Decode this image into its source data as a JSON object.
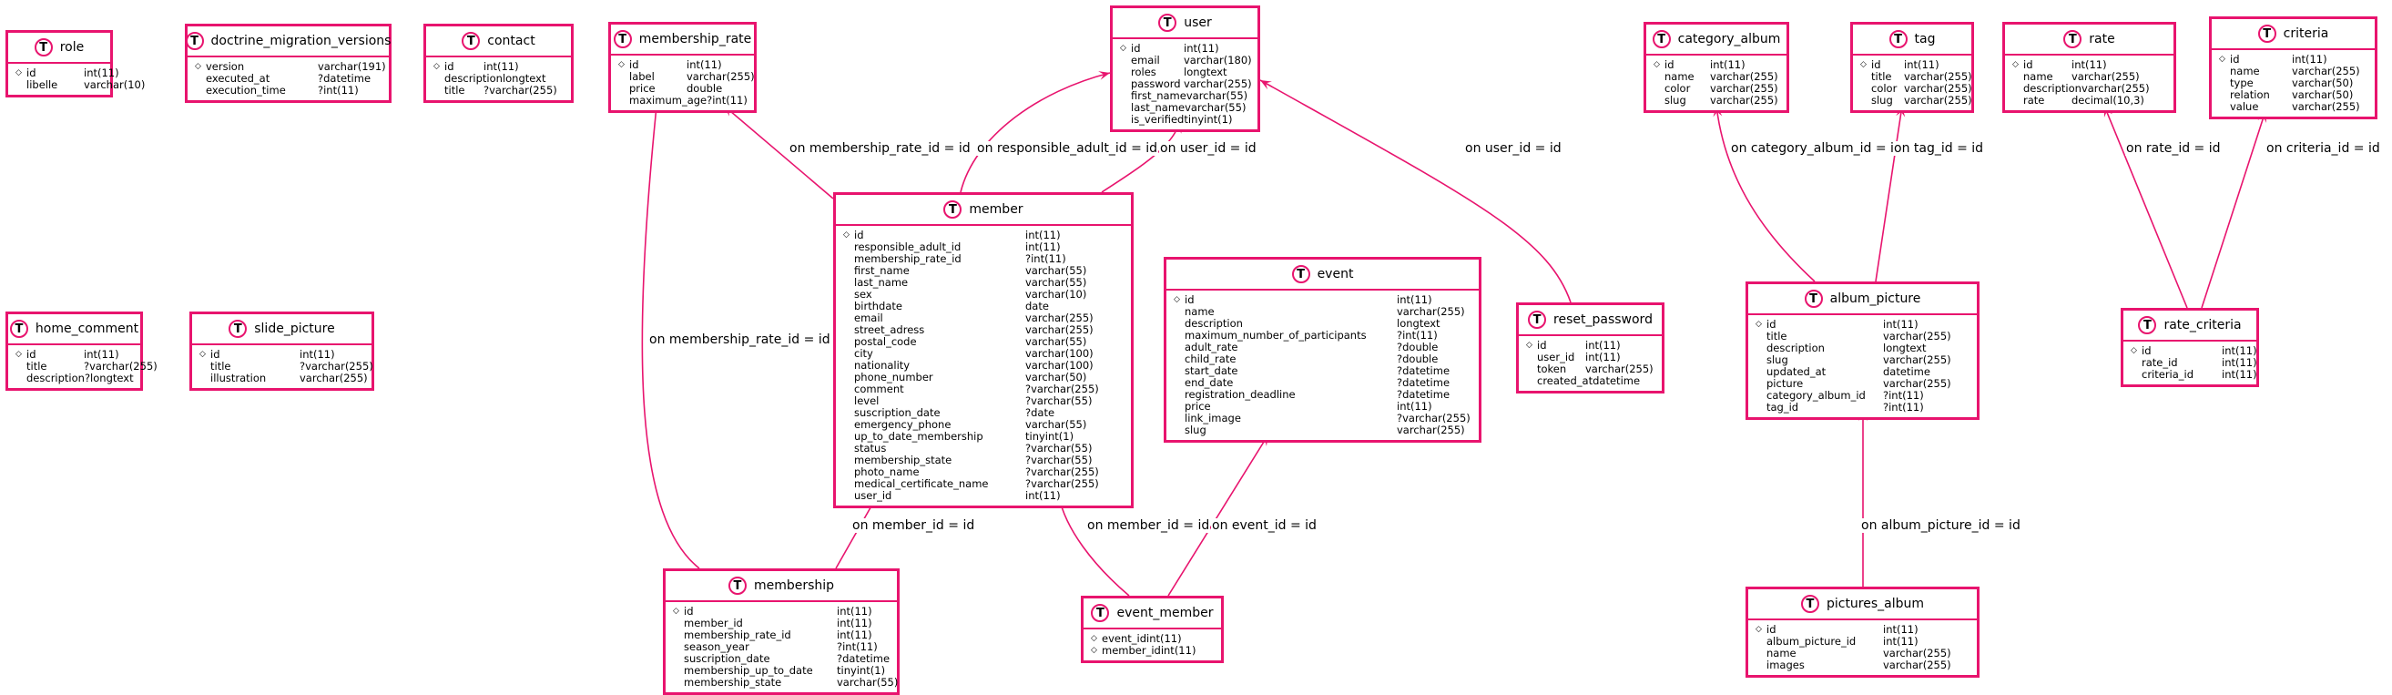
{
  "accent_color": "#e8146e",
  "entity_badge": "T",
  "key_marker": "◇",
  "entities": [
    {
      "id": "role",
      "name": "role",
      "fields": [
        {
          "name": "id",
          "type": "int(11)",
          "key": true
        },
        {
          "name": "libelle",
          "type": "varchar(10)"
        }
      ]
    },
    {
      "id": "doctrine_migration_versions",
      "name": "doctrine_migration_versions",
      "fields": [
        {
          "name": "version",
          "type": "varchar(191)",
          "key": true
        },
        {
          "name": "executed_at",
          "type": "?datetime"
        },
        {
          "name": "execution_time",
          "type": "?int(11)"
        }
      ]
    },
    {
      "id": "contact",
      "name": "contact",
      "fields": [
        {
          "name": "id",
          "type": "int(11)",
          "key": true
        },
        {
          "name": "description",
          "type": "longtext"
        },
        {
          "name": "title",
          "type": "?varchar(255)"
        }
      ]
    },
    {
      "id": "membership_rate",
      "name": "membership_rate",
      "fields": [
        {
          "name": "id",
          "type": "int(11)",
          "key": true
        },
        {
          "name": "label",
          "type": "varchar(255)"
        },
        {
          "name": "price",
          "type": "double"
        },
        {
          "name": "maximum_age",
          "type": "?int(11)"
        }
      ]
    },
    {
      "id": "user",
      "name": "user",
      "fields": [
        {
          "name": "id",
          "type": "int(11)",
          "key": true
        },
        {
          "name": "email",
          "type": "varchar(180)"
        },
        {
          "name": "roles",
          "type": "longtext"
        },
        {
          "name": "password",
          "type": "varchar(255)"
        },
        {
          "name": "first_name",
          "type": "varchar(55)"
        },
        {
          "name": "last_name",
          "type": "varchar(55)"
        },
        {
          "name": "is_verified",
          "type": "tinyint(1)"
        }
      ]
    },
    {
      "id": "category_album",
      "name": "category_album",
      "fields": [
        {
          "name": "id",
          "type": "int(11)",
          "key": true
        },
        {
          "name": "name",
          "type": "varchar(255)"
        },
        {
          "name": "color",
          "type": "varchar(255)"
        },
        {
          "name": "slug",
          "type": "varchar(255)"
        }
      ]
    },
    {
      "id": "tag",
      "name": "tag",
      "fields": [
        {
          "name": "id",
          "type": "int(11)",
          "key": true
        },
        {
          "name": "title",
          "type": "varchar(255)"
        },
        {
          "name": "color",
          "type": "varchar(255)"
        },
        {
          "name": "slug",
          "type": "varchar(255)"
        }
      ]
    },
    {
      "id": "rate",
      "name": "rate",
      "fields": [
        {
          "name": "id",
          "type": "int(11)",
          "key": true
        },
        {
          "name": "name",
          "type": "varchar(255)"
        },
        {
          "name": "description",
          "type": "varchar(255)"
        },
        {
          "name": "rate",
          "type": "decimal(10,3)"
        }
      ]
    },
    {
      "id": "criteria",
      "name": "criteria",
      "fields": [
        {
          "name": "id",
          "type": "int(11)",
          "key": true
        },
        {
          "name": "name",
          "type": "varchar(255)"
        },
        {
          "name": "type",
          "type": "varchar(50)"
        },
        {
          "name": "relation",
          "type": "varchar(50)"
        },
        {
          "name": "value",
          "type": "varchar(255)"
        }
      ]
    },
    {
      "id": "home_comment",
      "name": "home_comment",
      "fields": [
        {
          "name": "id",
          "type": "int(11)",
          "key": true
        },
        {
          "name": "title",
          "type": "?varchar(255)"
        },
        {
          "name": "description",
          "type": "?longtext"
        }
      ]
    },
    {
      "id": "slide_picture",
      "name": "slide_picture",
      "fields": [
        {
          "name": "id",
          "type": "int(11)",
          "key": true
        },
        {
          "name": "title",
          "type": "?varchar(255)"
        },
        {
          "name": "illustration",
          "type": "varchar(255)"
        }
      ]
    },
    {
      "id": "member",
      "name": "member",
      "fields": [
        {
          "name": "id",
          "type": "int(11)",
          "key": true
        },
        {
          "name": "responsible_adult_id",
          "type": "int(11)"
        },
        {
          "name": "membership_rate_id",
          "type": "?int(11)"
        },
        {
          "name": "first_name",
          "type": "varchar(55)"
        },
        {
          "name": "last_name",
          "type": "varchar(55)"
        },
        {
          "name": "sex",
          "type": "varchar(10)"
        },
        {
          "name": "birthdate",
          "type": "date"
        },
        {
          "name": "email",
          "type": "varchar(255)"
        },
        {
          "name": "street_adress",
          "type": "varchar(255)"
        },
        {
          "name": "postal_code",
          "type": "varchar(55)"
        },
        {
          "name": "city",
          "type": "varchar(100)"
        },
        {
          "name": "nationality",
          "type": "varchar(100)"
        },
        {
          "name": "phone_number",
          "type": "varchar(50)"
        },
        {
          "name": "comment",
          "type": "?varchar(255)"
        },
        {
          "name": "level",
          "type": "?varchar(55)"
        },
        {
          "name": "suscription_date",
          "type": "?date"
        },
        {
          "name": "emergency_phone",
          "type": "varchar(55)"
        },
        {
          "name": "up_to_date_membership",
          "type": "tinyint(1)"
        },
        {
          "name": "status",
          "type": "?varchar(55)"
        },
        {
          "name": "membership_state",
          "type": "?varchar(55)"
        },
        {
          "name": "photo_name",
          "type": "?varchar(255)"
        },
        {
          "name": "medical_certificate_name",
          "type": "?varchar(255)"
        },
        {
          "name": "user_id",
          "type": "int(11)"
        }
      ]
    },
    {
      "id": "event",
      "name": "event",
      "fields": [
        {
          "name": "id",
          "type": "int(11)",
          "key": true
        },
        {
          "name": "name",
          "type": "varchar(255)"
        },
        {
          "name": "description",
          "type": "longtext"
        },
        {
          "name": "maximum_number_of_participants",
          "type": "?int(11)"
        },
        {
          "name": "adult_rate",
          "type": "?double"
        },
        {
          "name": "child_rate",
          "type": "?double"
        },
        {
          "name": "start_date",
          "type": "?datetime"
        },
        {
          "name": "end_date",
          "type": "?datetime"
        },
        {
          "name": "registration_deadline",
          "type": "?datetime"
        },
        {
          "name": "price",
          "type": "int(11)"
        },
        {
          "name": "link_image",
          "type": "?varchar(255)"
        },
        {
          "name": "slug",
          "type": "varchar(255)"
        }
      ]
    },
    {
      "id": "reset_password",
      "name": "reset_password",
      "fields": [
        {
          "name": "id",
          "type": "int(11)",
          "key": true
        },
        {
          "name": "user_id",
          "type": "int(11)"
        },
        {
          "name": "token",
          "type": "varchar(255)"
        },
        {
          "name": "created_at",
          "type": "datetime"
        }
      ]
    },
    {
      "id": "album_picture",
      "name": "album_picture",
      "fields": [
        {
          "name": "id",
          "type": "int(11)",
          "key": true
        },
        {
          "name": "title",
          "type": "varchar(255)"
        },
        {
          "name": "description",
          "type": "longtext"
        },
        {
          "name": "slug",
          "type": "varchar(255)"
        },
        {
          "name": "updated_at",
          "type": "datetime"
        },
        {
          "name": "picture",
          "type": "varchar(255)"
        },
        {
          "name": "category_album_id",
          "type": "?int(11)"
        },
        {
          "name": "tag_id",
          "type": "?int(11)"
        }
      ]
    },
    {
      "id": "rate_criteria",
      "name": "rate_criteria",
      "fields": [
        {
          "name": "id",
          "type": "int(11)",
          "key": true
        },
        {
          "name": "rate_id",
          "type": "int(11)"
        },
        {
          "name": "criteria_id",
          "type": "int(11)"
        }
      ]
    },
    {
      "id": "membership",
      "name": "membership",
      "fields": [
        {
          "name": "id",
          "type": "int(11)",
          "key": true
        },
        {
          "name": "member_id",
          "type": "int(11)"
        },
        {
          "name": "membership_rate_id",
          "type": "int(11)"
        },
        {
          "name": "season_year",
          "type": "?int(11)"
        },
        {
          "name": "suscription_date",
          "type": "?datetime"
        },
        {
          "name": "membership_up_to_date",
          "type": "tinyint(1)"
        },
        {
          "name": "membership_state",
          "type": "varchar(55)"
        }
      ]
    },
    {
      "id": "event_member",
      "name": "event_member",
      "fields": [
        {
          "name": "event_id",
          "type": "int(11)",
          "key": true
        },
        {
          "name": "member_id",
          "type": "int(11)",
          "key": true
        }
      ]
    },
    {
      "id": "pictures_album",
      "name": "pictures_album",
      "fields": [
        {
          "name": "id",
          "type": "int(11)",
          "key": true
        },
        {
          "name": "album_picture_id",
          "type": "int(11)"
        },
        {
          "name": "name",
          "type": "varchar(255)"
        },
        {
          "name": "images",
          "type": "varchar(255)"
        }
      ]
    }
  ],
  "relations": [
    {
      "from": "member",
      "to": "membership_rate",
      "label": "on membership_rate_id = id"
    },
    {
      "from": "member",
      "to": "user",
      "label": "on responsible_adult_id = id"
    },
    {
      "from": "member",
      "to": "user",
      "label": "on user_id = id"
    },
    {
      "from": "reset_password",
      "to": "user",
      "label": "on user_id = id"
    },
    {
      "from": "album_picture",
      "to": "category_album",
      "label": "on category_album_id = id"
    },
    {
      "from": "album_picture",
      "to": "tag",
      "label": "on tag_id = id"
    },
    {
      "from": "rate_criteria",
      "to": "rate",
      "label": "on rate_id = id"
    },
    {
      "from": "rate_criteria",
      "to": "criteria",
      "label": "on criteria_id = id"
    },
    {
      "from": "membership",
      "to": "membership_rate",
      "label": "on membership_rate_id = id"
    },
    {
      "from": "membership",
      "to": "member",
      "label": "on member_id = id"
    },
    {
      "from": "event_member",
      "to": "member",
      "label": "on member_id = id"
    },
    {
      "from": "event_member",
      "to": "event",
      "label": "on event_id = id"
    },
    {
      "from": "pictures_album",
      "to": "album_picture",
      "label": "on album_picture_id = id"
    }
  ]
}
